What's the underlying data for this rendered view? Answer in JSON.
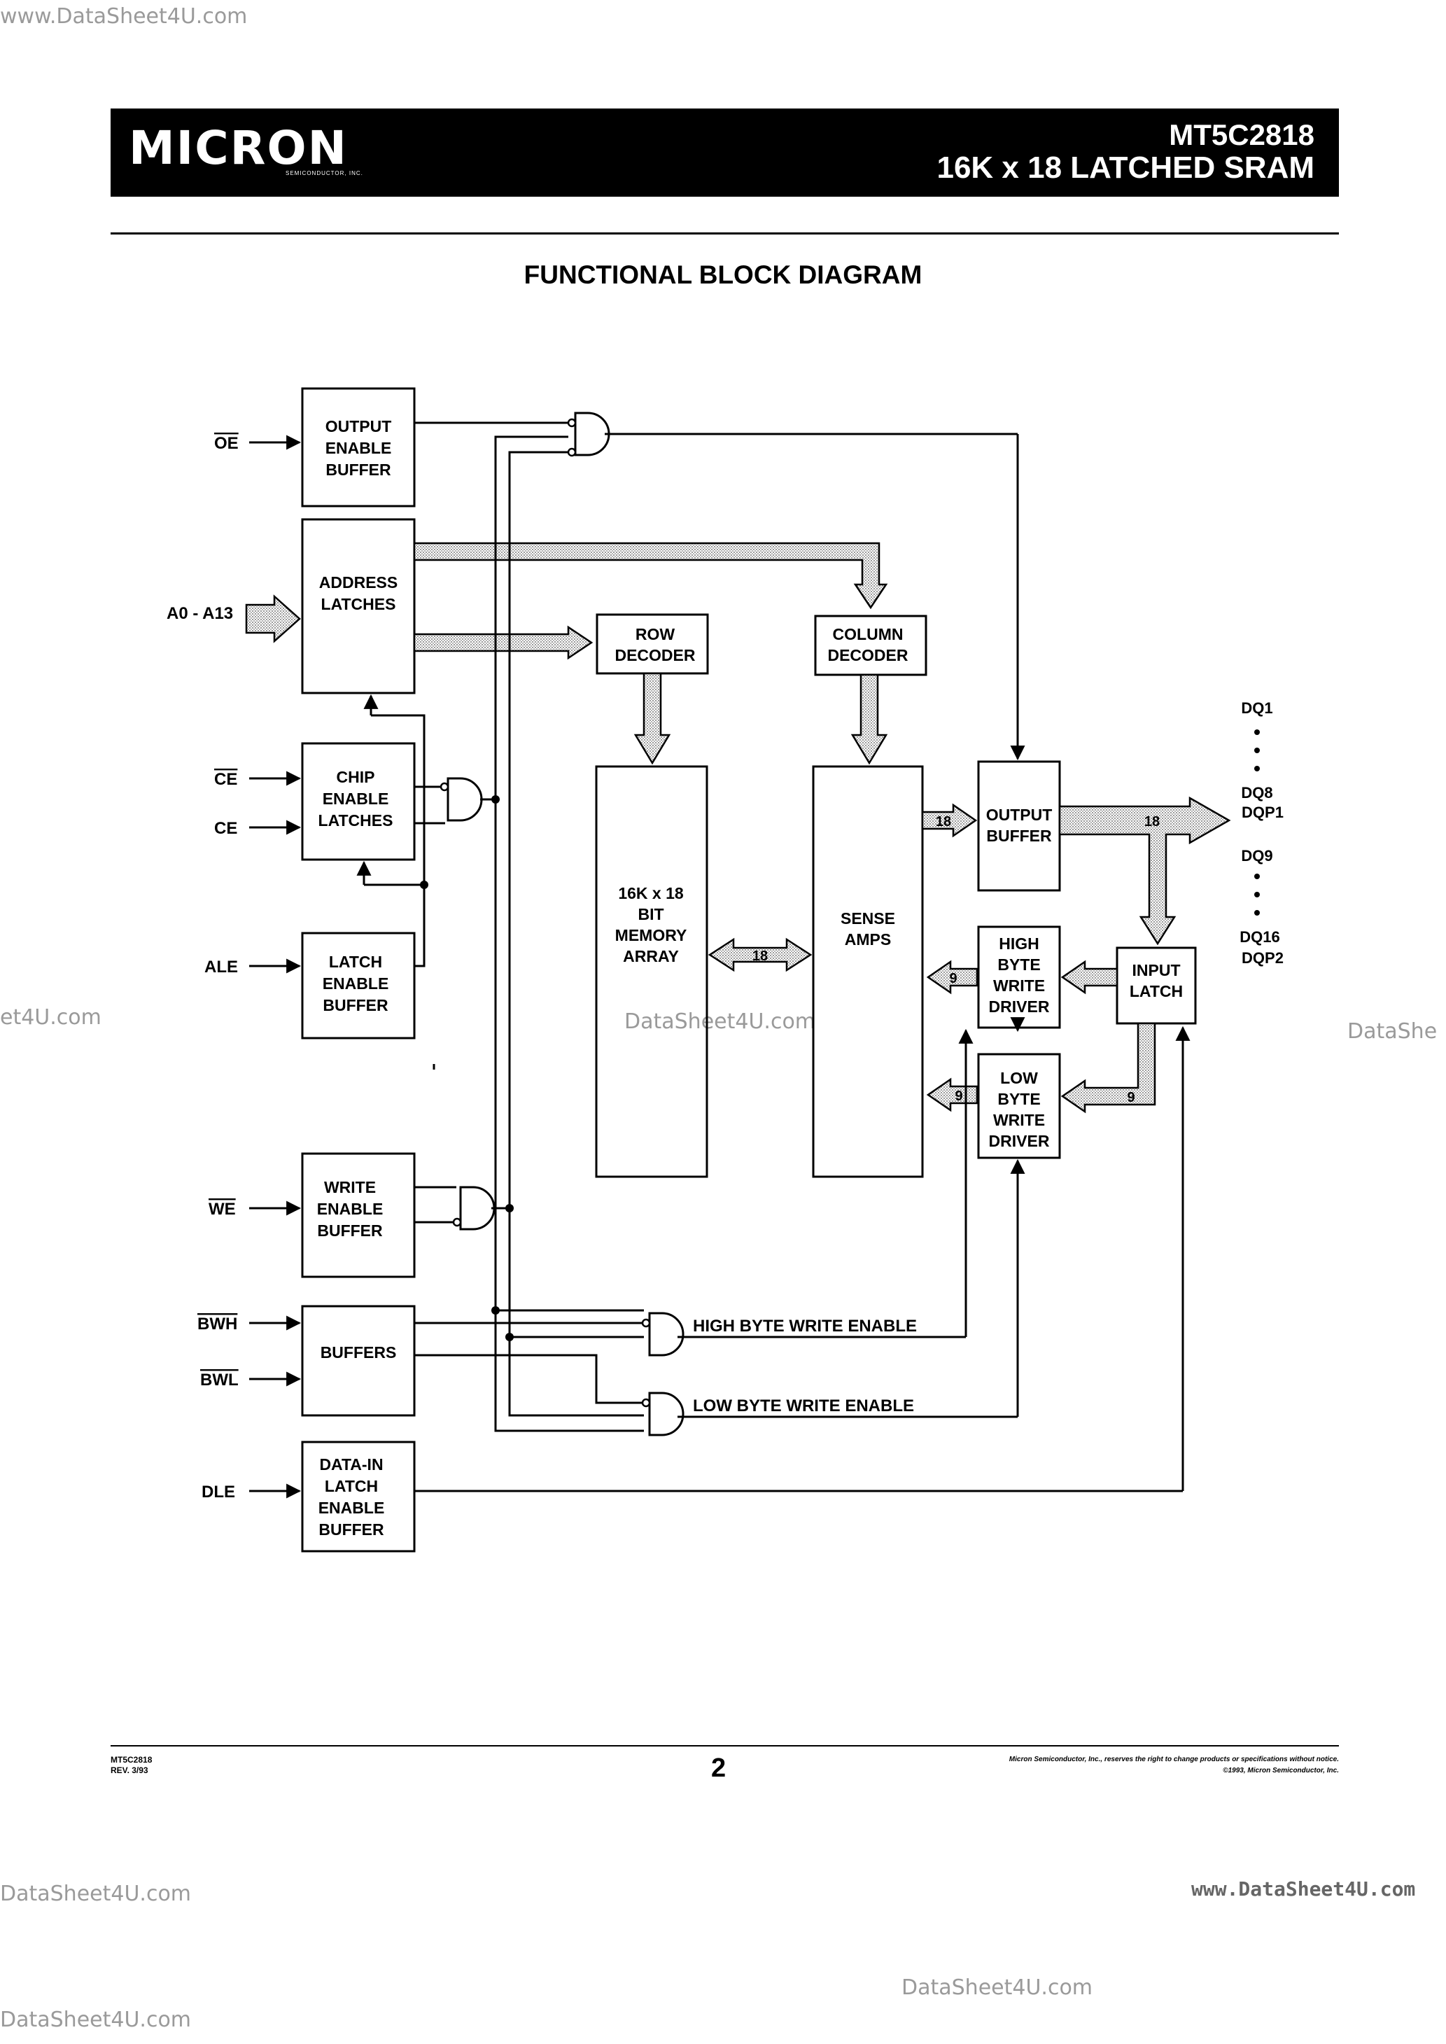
{
  "watermarks": {
    "top_left": "www.DataSheet4U.com",
    "mid_left": "et4U.com",
    "mid_center": "DataSheet4U.com",
    "mid_right": "DataShe",
    "bottom_left": "DataSheet4U.com",
    "bottom_right": "www.DataSheet4U.com",
    "footer_center": "DataSheet4U.com",
    "footer_left": "DataSheet4U.com"
  },
  "header": {
    "logo": "MICRON",
    "logo_sub": "SEMICONDUCTOR, INC.",
    "part_number": "MT5C2818",
    "title": "16K x 18 LATCHED SRAM"
  },
  "diagram": {
    "title": "FUNCTIONAL BLOCK DIAGRAM",
    "signals": {
      "oe": "OE",
      "addr": "A0 - A13",
      "ce_bar": "CE",
      "ce": "CE",
      "ale": "ALE",
      "we": "WE",
      "bwh": "BWH",
      "bwl": "BWL",
      "dle": "DLE"
    },
    "blocks": {
      "output_enable_buffer": [
        "OUTPUT",
        "ENABLE",
        "BUFFER"
      ],
      "address_latches": [
        "ADDRESS",
        "LATCHES"
      ],
      "chip_enable_latches": [
        "CHIP",
        "ENABLE",
        "LATCHES"
      ],
      "latch_enable_buffer": [
        "LATCH",
        "ENABLE",
        "BUFFER"
      ],
      "write_enable_buffer": [
        "WRITE",
        "ENABLE",
        "BUFFER"
      ],
      "buffers": [
        "BUFFERS"
      ],
      "data_in_latch_enable_buffer": [
        "DATA-IN",
        "LATCH",
        "ENABLE",
        "BUFFER"
      ],
      "row_decoder": [
        "ROW",
        "DECODER"
      ],
      "column_decoder": [
        "COLUMN",
        "DECODER"
      ],
      "memory_array": [
        "16K x 18",
        "BIT",
        "MEMORY",
        "ARRAY"
      ],
      "sense_amps": [
        "SENSE",
        "AMPS"
      ],
      "output_buffer": [
        "OUTPUT",
        "BUFFER"
      ],
      "high_byte_write_driver": [
        "HIGH",
        "BYTE",
        "WRITE",
        "DRIVER"
      ],
      "low_byte_write_driver": [
        "LOW",
        "BYTE",
        "WRITE",
        "DRIVER"
      ],
      "input_latch": [
        "INPUT",
        "LATCH"
      ]
    },
    "bus_widths": {
      "array_sense": "18",
      "sense_output": "18",
      "output_dq": "18",
      "high_driver": "9",
      "low_driver": "9",
      "input_latch_low": "9"
    },
    "enable_labels": {
      "high": "HIGH BYTE WRITE ENABLE",
      "low": "LOW BYTE WRITE ENABLE"
    },
    "dq_labels": [
      "DQ1",
      "DQ8",
      "DQP1",
      "DQ9",
      "DQ16",
      "DQP2"
    ]
  },
  "footer": {
    "part": "MT5C2818",
    "rev": "REV. 3/93",
    "page": "2",
    "notice": "Micron Semiconductor, Inc., reserves the right to change products or specifications without notice.",
    "copyright": "©1993, Micron Semiconductor, Inc."
  }
}
